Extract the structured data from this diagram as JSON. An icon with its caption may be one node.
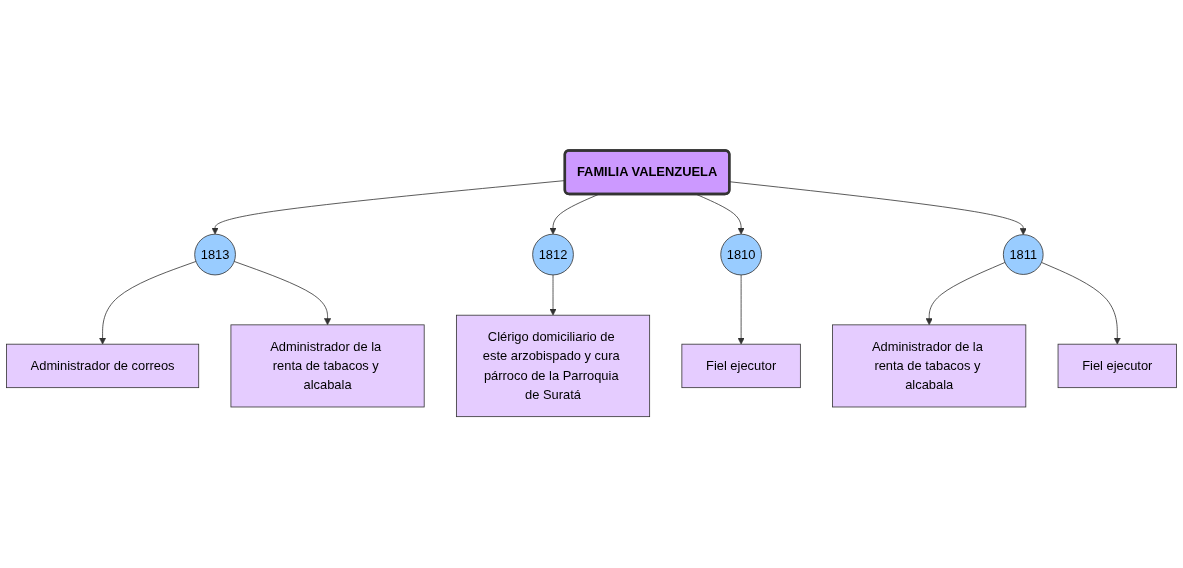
{
  "diagram": {
    "nodes": [
      {
        "text": [
          "Administrador de correos"
        ]
      },
      {
        "text": [
          "Administrador de la renta de tabacos y alcabala"
        ]
      },
      {
        "text": [
          "1813"
        ]
      },
      {
        "text": [
          "Clérigo domiciliario de este arzobispado y cura párroco de la Parroquia de Suratá"
        ]
      },
      {
        "text": [
          "1812"
        ]
      },
      {
        "text": [
          "FAMILIA VALENZUELA"
        ]
      },
      {
        "text": [
          "1810"
        ]
      },
      {
        "text": [
          "Fiel ejecutor"
        ]
      },
      {
        "text": [
          "Administrador de la renta de tabacos y alcabala"
        ]
      },
      {
        "text": [
          "1811"
        ]
      },
      {
        "text": [
          "Fiel ejecutor"
        ]
      }
    ],
    "edges": [
      {
        "from": 5,
        "to": 2,
        "arrow": "to"
      },
      {
        "from": 2,
        "to": 0,
        "arrow": "to"
      },
      {
        "from": 2,
        "to": 1,
        "arrow": "to"
      },
      {
        "from": 5,
        "to": 4,
        "arrow": "to"
      },
      {
        "from": 4,
        "to": 3,
        "arrow": "to"
      },
      {
        "from": 5,
        "to": 6,
        "arrow": "to"
      },
      {
        "from": 6,
        "to": 7,
        "arrow": "to"
      },
      {
        "from": 5,
        "to": 9,
        "arrow": "to"
      },
      {
        "from": 9,
        "to": 8,
        "arrow": "to"
      },
      {
        "from": 9,
        "to": 10,
        "arrow": "to"
      }
    ]
  }
}
